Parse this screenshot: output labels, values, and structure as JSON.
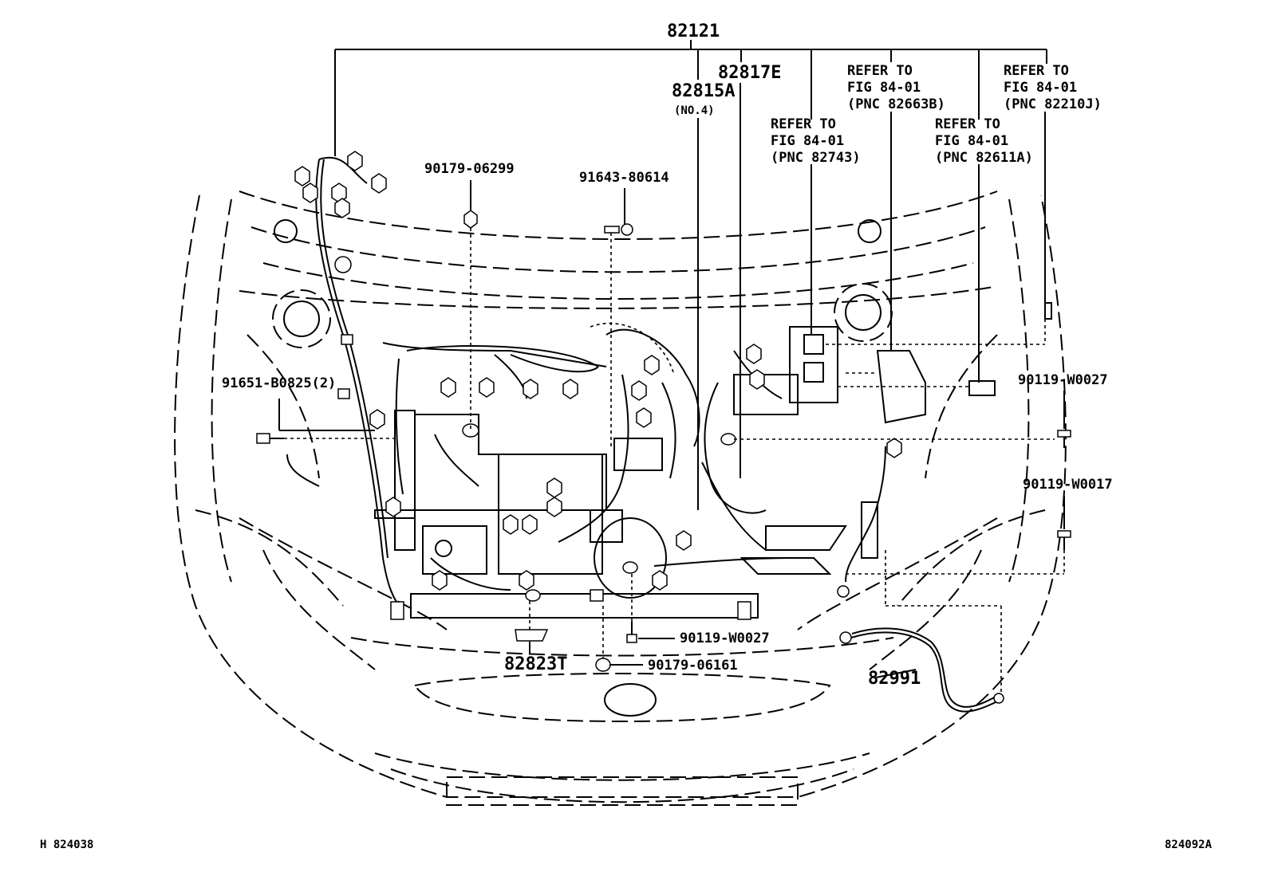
{
  "labels": {
    "harness_main": "82121",
    "harness_82817e": "82817E",
    "harness_82815a": "82815A",
    "harness_82815a_note": "(NO.4)",
    "refer_a_1": "REFER TO",
    "refer_a_2": "FIG 84-01",
    "refer_a_3": "(PNC 82743)",
    "refer_b_1": "REFER TO",
    "refer_b_2": "FIG 84-01",
    "refer_b_3": "(PNC 82663B)",
    "refer_c_1": "REFER TO",
    "refer_c_2": "FIG 84-01",
    "refer_c_3": "(PNC 82611A)",
    "refer_d_1": "REFER TO",
    "refer_d_2": "FIG 84-01",
    "refer_d_3": "(PNC 82210J)",
    "nut_90179_06299": "90179-06299",
    "clip_91643_80614": "91643-80614",
    "bolt_91651": "91651-B0825(2)",
    "bolt_90119_w0027_right": "90119-W0027",
    "bolt_90119_w0017": "90119-W0017",
    "bolt_90119_w0027_bottom": "90119-W0027",
    "nut_90179_06161": "90179-06161",
    "bracket_82823t": "82823T",
    "cable_82991": "82991",
    "footer_left": "H 824038",
    "footer_right": "824092A"
  }
}
